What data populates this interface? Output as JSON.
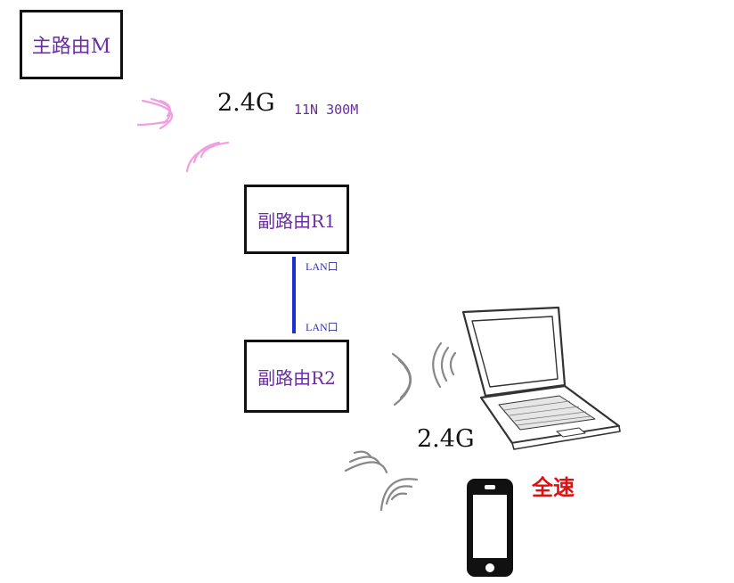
{
  "nodes": {
    "main_router": "主路由M",
    "sub_router_1": "副路由R1",
    "sub_router_2": "副路由R2"
  },
  "links": {
    "wireless_top": {
      "band": "2.4G",
      "mode": "11N 300M"
    },
    "lan_top_port": "LAN口",
    "lan_bottom_port": "LAN口",
    "wireless_bottom": {
      "band": "2.4G"
    }
  },
  "result": {
    "label": "全速"
  },
  "colors": {
    "router_text": "#6a2fa0",
    "wifi_wave_top": "#f0a0e0",
    "wifi_wave_bottom": "#888888",
    "lan_cable": "#1a2fd0",
    "speed_text": "#e01010"
  },
  "icons": [
    "wifi-waves-icon",
    "laptop-icon",
    "smartphone-icon"
  ]
}
